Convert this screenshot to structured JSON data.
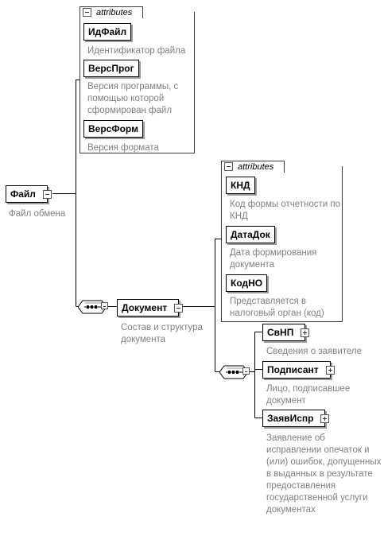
{
  "root": {
    "name": "Файл",
    "description": "Файл обмена"
  },
  "root_attributes": {
    "header": "attributes",
    "items": [
      {
        "name": "ИдФайл",
        "description": "Идентификатор файла"
      },
      {
        "name": "ВерсПрог",
        "description": "Версия программы, с помощью которой сформирован файл"
      },
      {
        "name": "ВерсФорм",
        "description": "Версия формата"
      }
    ]
  },
  "document": {
    "name": "Документ",
    "description": "Состав и структура документа"
  },
  "document_attributes": {
    "header": "attributes",
    "items": [
      {
        "name": "КНД",
        "description": "Код формы отчетности по КНД"
      },
      {
        "name": "ДатаДок",
        "description": "Дата формирования документа"
      },
      {
        "name": "КодНО",
        "description": "Представляется в налоговый орган (код)"
      }
    ]
  },
  "document_children": [
    {
      "name": "СвНП",
      "description": "Сведения о заявителе"
    },
    {
      "name": "Подписант",
      "description": "Лицо, подписавшее документ"
    },
    {
      "name": "ЗаявИспр",
      "description": "Заявление об исправлении опечаток и (или) ошибок, допущенных в выданных в результате предоставления государственной услуги документах"
    }
  ],
  "icons": {
    "collapse": "minus-toggle-icon",
    "expand": "plus-toggle-icon",
    "sequence": "sequence-compositor-icon"
  },
  "colors": {
    "description_text": "#808080",
    "border": "#000000",
    "shadow": "#9a9a9a"
  }
}
